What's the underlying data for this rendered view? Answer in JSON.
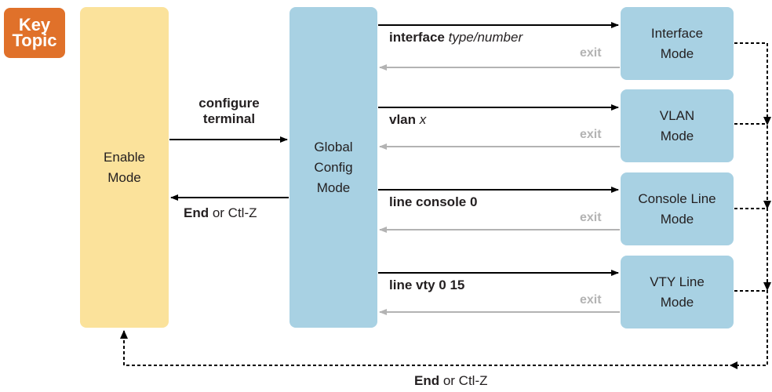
{
  "badge": {
    "line1": "Key",
    "line2": "Topic"
  },
  "enable_mode": {
    "line1": "Enable",
    "line2": "Mode"
  },
  "global_mode": {
    "line1": "Global",
    "line2": "Config",
    "line3": "Mode"
  },
  "configure_cmd": {
    "line1": "configure",
    "line2": "terminal"
  },
  "end_left": {
    "cmd": "End",
    "suffix": "or Ctl-Z"
  },
  "end_bottom": {
    "cmd": "End",
    "suffix": "or Ctl-Z"
  },
  "submodes": [
    {
      "line1": "Interface",
      "line2": "Mode",
      "cmd_bold": "interface",
      "cmd_italic": "type/number",
      "exit": "exit"
    },
    {
      "line1": "VLAN",
      "line2": "Mode",
      "cmd_bold": "vlan",
      "cmd_italic": "x",
      "exit": "exit"
    },
    {
      "line1": "Console Line",
      "line2": "Mode",
      "cmd_bold": "line console 0",
      "cmd_italic": "",
      "exit": "exit"
    },
    {
      "line1": "VTY Line",
      "line2": "Mode",
      "cmd_bold": "line vty 0 15",
      "cmd_italic": "",
      "exit": "exit"
    }
  ],
  "colors": {
    "badge": "#e0712a",
    "enable_box": "#fbe29b",
    "mode_box": "#a8d1e3",
    "arrow": "#000000",
    "exit_arrow": "#b3b3b3"
  }
}
